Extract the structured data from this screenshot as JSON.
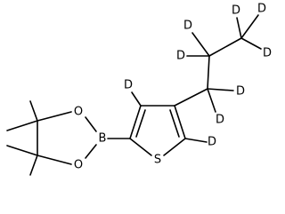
{
  "molecule": {
    "atoms": {
      "O_upper": "O",
      "O_lower": "O",
      "B": "B",
      "S": "S",
      "D_ring3": "D",
      "D_ring5": "D",
      "D_a1": "D",
      "D_a2": "D",
      "D_b1": "D",
      "D_b2": "D",
      "D_c1": "D",
      "D_c2": "D",
      "D_c3": "D"
    }
  },
  "colors": {
    "bond": "#000000",
    "label": "#000000",
    "background": "#ffffff"
  }
}
